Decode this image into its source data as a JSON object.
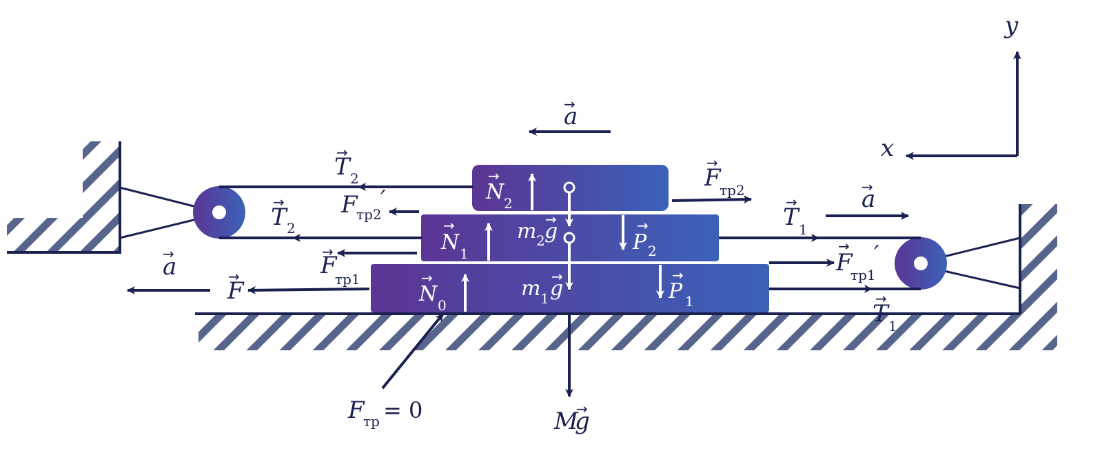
{
  "colors": {
    "stroke": "#1a2050",
    "block_from": "#5b3594",
    "block_to": "#3b62b8",
    "hatch": "#3a4a78",
    "text_in_block": "#ffffff"
  },
  "labels": {
    "a_top": "a",
    "vec": "→",
    "T2_top": "T",
    "T2_top_sub": "2",
    "T2_mid": "T",
    "T2_mid_sub": "2",
    "Ftr2_prime": "F",
    "Ftr2_prime_sub": "тр2",
    "prime": "′",
    "Ftr1_left": "F",
    "Ftr1_left_sub": "тр1",
    "a_left": "a",
    "F": "F",
    "N2": "N",
    "N2_sub": "2",
    "N1": "N",
    "N1_sub": "1",
    "N0": "N",
    "N0_sub": "0",
    "m2g": "m",
    "m2g_sub": "2",
    "m2g_g": "g",
    "m1g": "m",
    "m1g_sub": "1",
    "m1g_g": "g",
    "P2": "P",
    "P2_sub": "2",
    "P1": "P",
    "P1_sub": "1",
    "Ftr2_right": "F",
    "Ftr2_right_sub": "тр2",
    "T1_top": "T",
    "T1_top_sub": "1",
    "a_right": "a",
    "Ftr1_prime": "F",
    "Ftr1_prime_sub": "тр1",
    "T1_bottom": "T",
    "T1_bottom_sub": "1",
    "Ftr_zero": "F",
    "Ftr_zero_sub": "тр",
    "Ftr_zero_eq": "= 0",
    "Mg": "M",
    "Mg_g": "g",
    "axis_x": "x",
    "axis_y": "y"
  }
}
